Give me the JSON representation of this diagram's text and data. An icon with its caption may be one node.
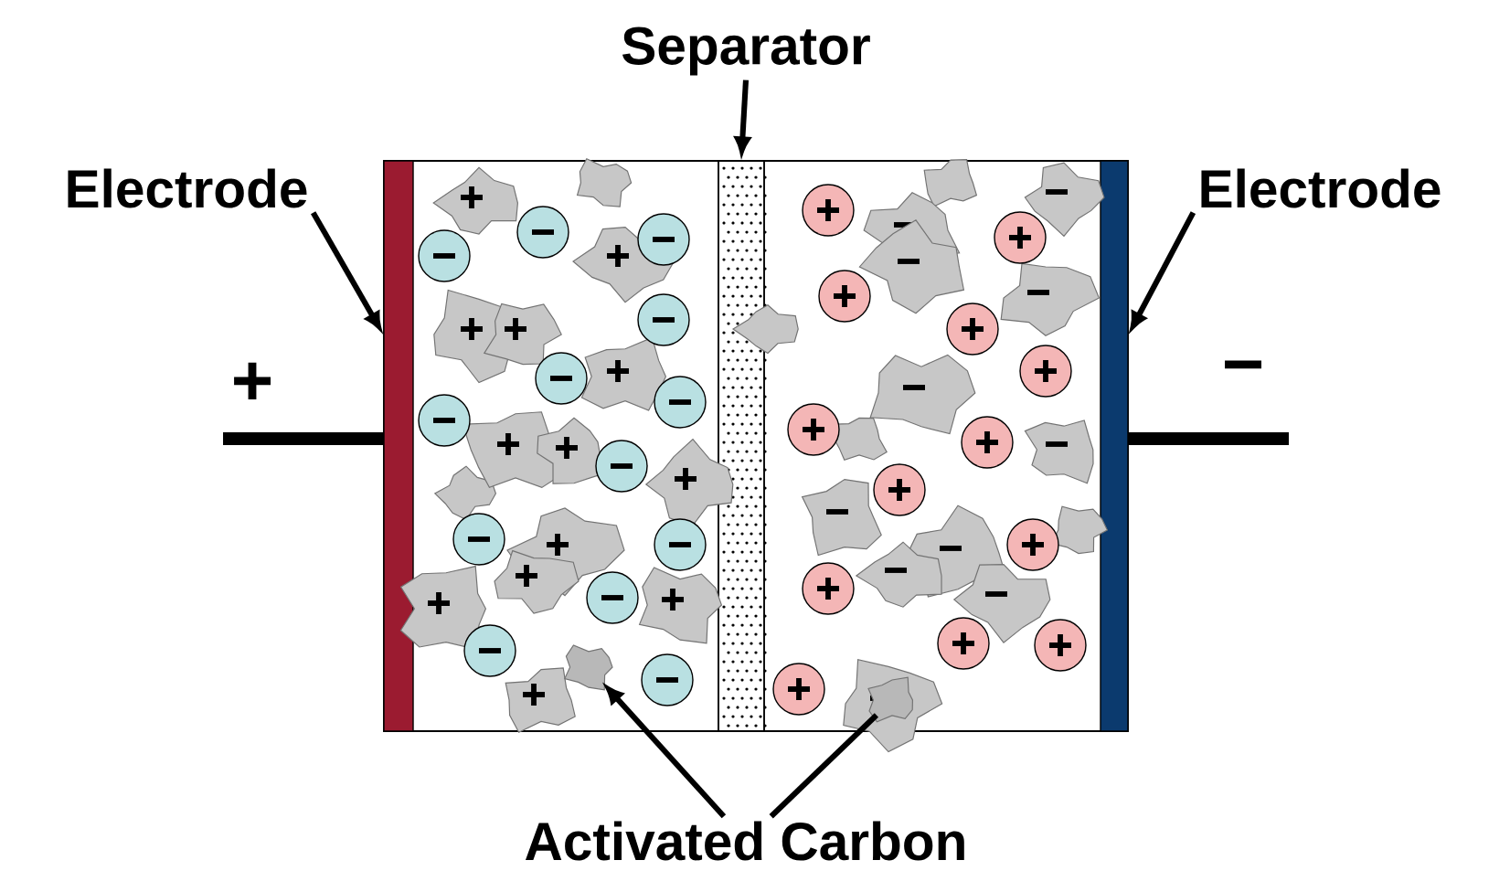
{
  "diagram": {
    "nodes": [
      {
        "text": [
          "Separator"
        ]
      },
      {
        "text": [],
        "shape": "box"
      },
      {
        "text": [
          "Electrode"
        ]
      },
      {
        "text": [],
        "shape": "bar"
      },
      {
        "text": [
          "Electrode"
        ]
      },
      {
        "text": [],
        "shape": "bar"
      },
      {
        "text": [
          "Activated Carbon"
        ]
      },
      {
        "text": [],
        "shape": "picture"
      },
      {
        "text": [],
        "shape": "picture"
      }
    ],
    "edges": [
      {
        "from": 0,
        "to": 1,
        "arrow": "to"
      },
      {
        "from": 2,
        "to": 3,
        "arrow": "to"
      },
      {
        "from": 4,
        "to": 5,
        "arrow": "to"
      },
      {
        "from": 6,
        "to": 7,
        "arrow": "to"
      },
      {
        "from": 6,
        "to": 8,
        "arrow": "none"
      }
    ],
    "labels": [
      "+",
      "−"
    ]
  }
}
